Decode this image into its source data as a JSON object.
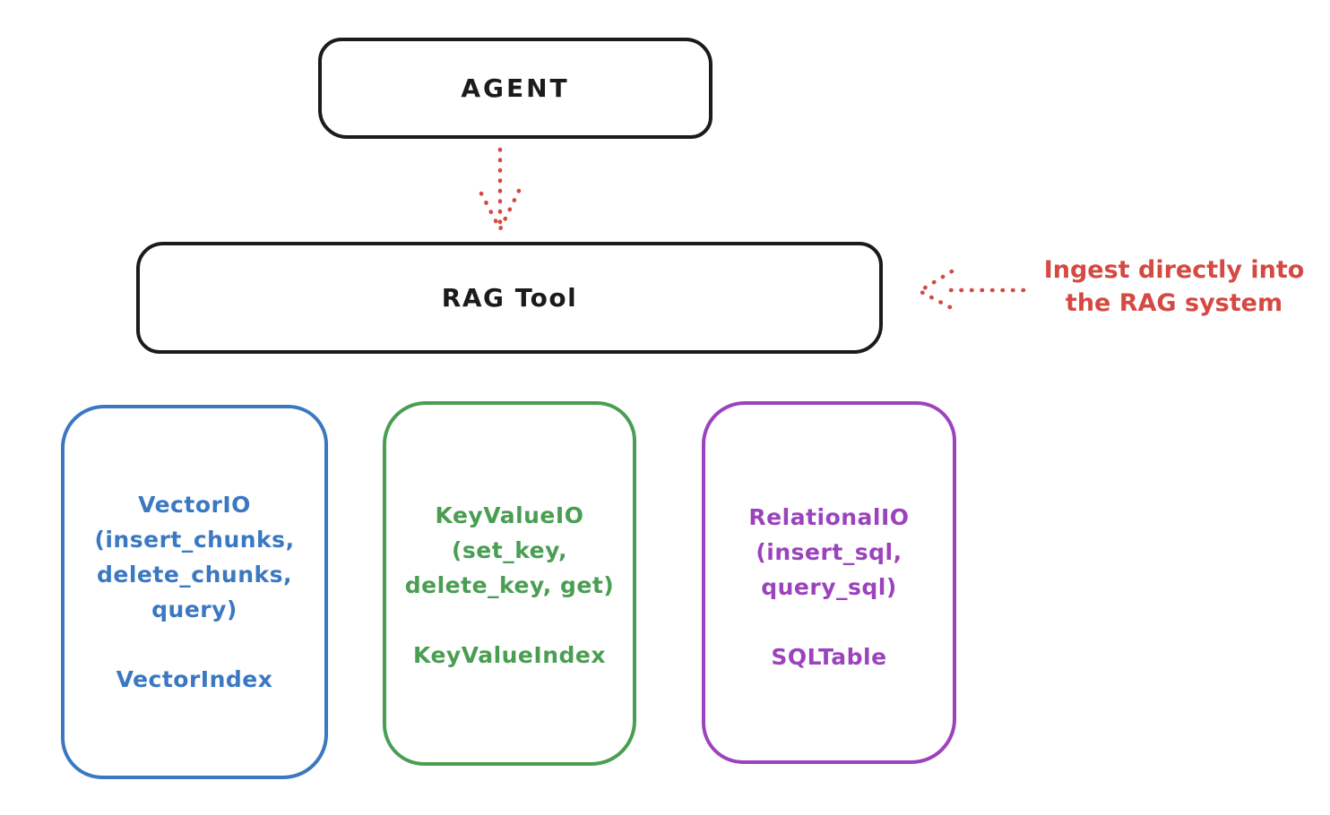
{
  "diagram": {
    "agent": {
      "label": "AGENT"
    },
    "rag_tool": {
      "label": "RAG Tool"
    },
    "annotation": {
      "text": "Ingest directly into\nthe RAG system"
    },
    "cards": [
      {
        "id": "vector",
        "body": "VectorIO\n(insert_chunks,\ndelete_chunks,\nquery)",
        "footer": "VectorIndex",
        "color": "#3b78c2"
      },
      {
        "id": "keyvalue",
        "body": "KeyValueIO\n(set_key,\ndelete_key, get)",
        "footer": "KeyValueIndex",
        "color": "#4a9e52"
      },
      {
        "id": "relational",
        "body": "RelationalIO\n(insert_sql,\nquery_sql)",
        "footer": "SQLTable",
        "color": "#9b43bd"
      }
    ],
    "colors": {
      "ink": "#1b1b1b",
      "red": "#d44a43",
      "blue": "#3b78c2",
      "green": "#4a9e52",
      "purple": "#9b43bd"
    }
  }
}
